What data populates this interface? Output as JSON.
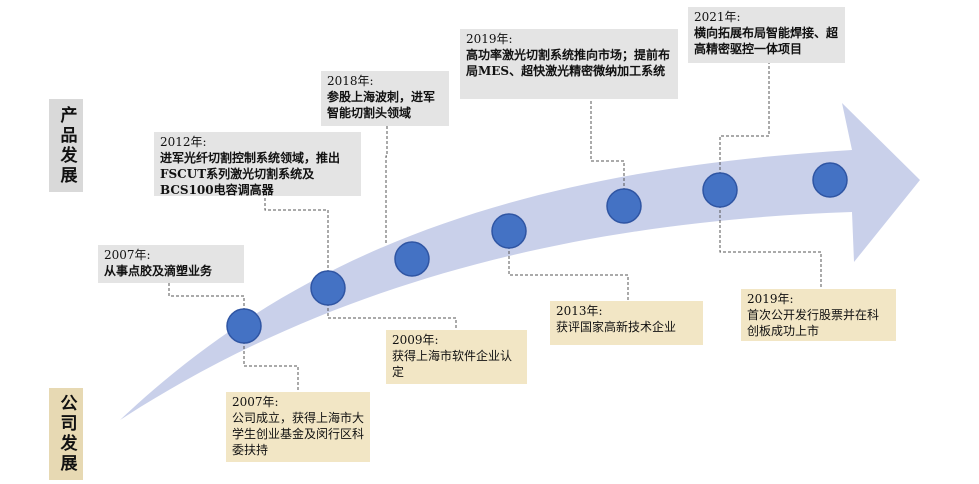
{
  "labels": {
    "product": "产品发展",
    "company": "公司发展"
  },
  "colors": {
    "arrow": "#c9d0ea",
    "milestone": "#4472c4",
    "milestone_border": "#2f55a3",
    "connector": "#555555",
    "product_box": "#e4e4e4",
    "company_box": "#f2e6c5"
  },
  "milestones": {
    "product": [
      {
        "year": "2007年:",
        "desc": "从事点胶及滴塑业务"
      },
      {
        "year": "2012年:",
        "desc": "进军光纤切割控制系统领域，推出FSCUT系列激光切割系统及BCS100电容调高器"
      },
      {
        "year": "2018年:",
        "desc": "参股上海波刺，进军智能切割头领域"
      },
      {
        "year": "2019年:",
        "desc": "高功率激光切割系统推向市场；提前布局MES、超快激光精密微纳加工系统"
      },
      {
        "year": "2021年:",
        "desc": "横向拓展布局智能焊接、超高精密驱控一体项目"
      }
    ],
    "company": [
      {
        "year": "2007年:",
        "desc": "公司成立，获得上海市大学生创业基金及闵行区科委扶持"
      },
      {
        "year": "2009年:",
        "desc": "获得上海市软件企业认定"
      },
      {
        "year": "2013年:",
        "desc": "获评国家高新技术企业"
      },
      {
        "year": "2019年:",
        "desc": "首次公开发行股票并在科创板成功上市"
      }
    ]
  }
}
